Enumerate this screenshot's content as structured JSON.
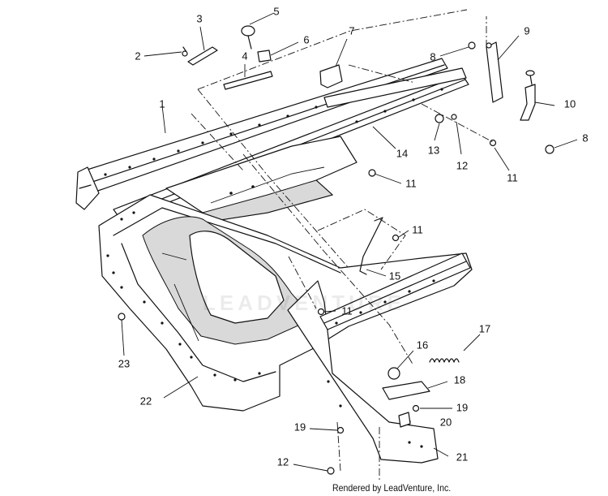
{
  "diagram": {
    "callouts": [
      {
        "id": "1",
        "label": "1"
      },
      {
        "id": "2",
        "label": "2"
      },
      {
        "id": "3",
        "label": "3"
      },
      {
        "id": "4",
        "label": "4"
      },
      {
        "id": "5",
        "label": "5"
      },
      {
        "id": "6",
        "label": "6"
      },
      {
        "id": "7",
        "label": "7"
      },
      {
        "id": "8a",
        "label": "8"
      },
      {
        "id": "9",
        "label": "9"
      },
      {
        "id": "10",
        "label": "10"
      },
      {
        "id": "8b",
        "label": "8"
      },
      {
        "id": "11a",
        "label": "11"
      },
      {
        "id": "12a",
        "label": "12"
      },
      {
        "id": "13",
        "label": "13"
      },
      {
        "id": "14",
        "label": "14"
      },
      {
        "id": "11b",
        "label": "11"
      },
      {
        "id": "11c",
        "label": "11"
      },
      {
        "id": "15",
        "label": "15"
      },
      {
        "id": "11d",
        "label": "11"
      },
      {
        "id": "16",
        "label": "16"
      },
      {
        "id": "17",
        "label": "17"
      },
      {
        "id": "18",
        "label": "18"
      },
      {
        "id": "19a",
        "label": "19"
      },
      {
        "id": "19b",
        "label": "19"
      },
      {
        "id": "20",
        "label": "20"
      },
      {
        "id": "21",
        "label": "21"
      },
      {
        "id": "12b",
        "label": "12"
      },
      {
        "id": "22",
        "label": "22"
      },
      {
        "id": "23",
        "label": "23"
      }
    ],
    "watermark_text": "LEADVENTURE",
    "credit": "Rendered by LeadVenture, Inc."
  }
}
